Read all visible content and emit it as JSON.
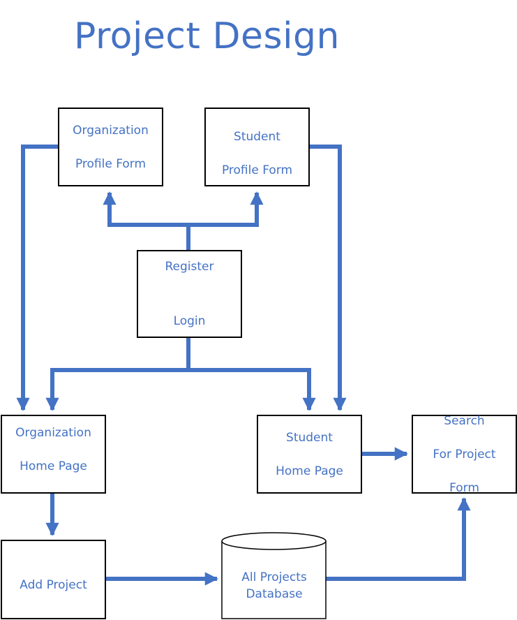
{
  "title": "Project Design",
  "colors": {
    "accent": "#4472C4",
    "border": "#000000"
  },
  "nodes": {
    "org_profile": {
      "line1": "Organization",
      "line2": "Profile Form"
    },
    "student_profile": {
      "line1": "Student",
      "line2": "Profile Form"
    },
    "register_login": {
      "line1": "Register",
      "line2": "Login"
    },
    "org_home": {
      "line1": "Organization",
      "line2": "Home Page"
    },
    "student_home": {
      "line1": "Student",
      "line2": "Home Page"
    },
    "search_form": {
      "line1": "Search",
      "line2": "For Project",
      "line3": "Form"
    },
    "add_project": {
      "line1": "Add Project"
    },
    "all_projects_db": {
      "line1": "All Projects",
      "line2": "Database"
    }
  }
}
